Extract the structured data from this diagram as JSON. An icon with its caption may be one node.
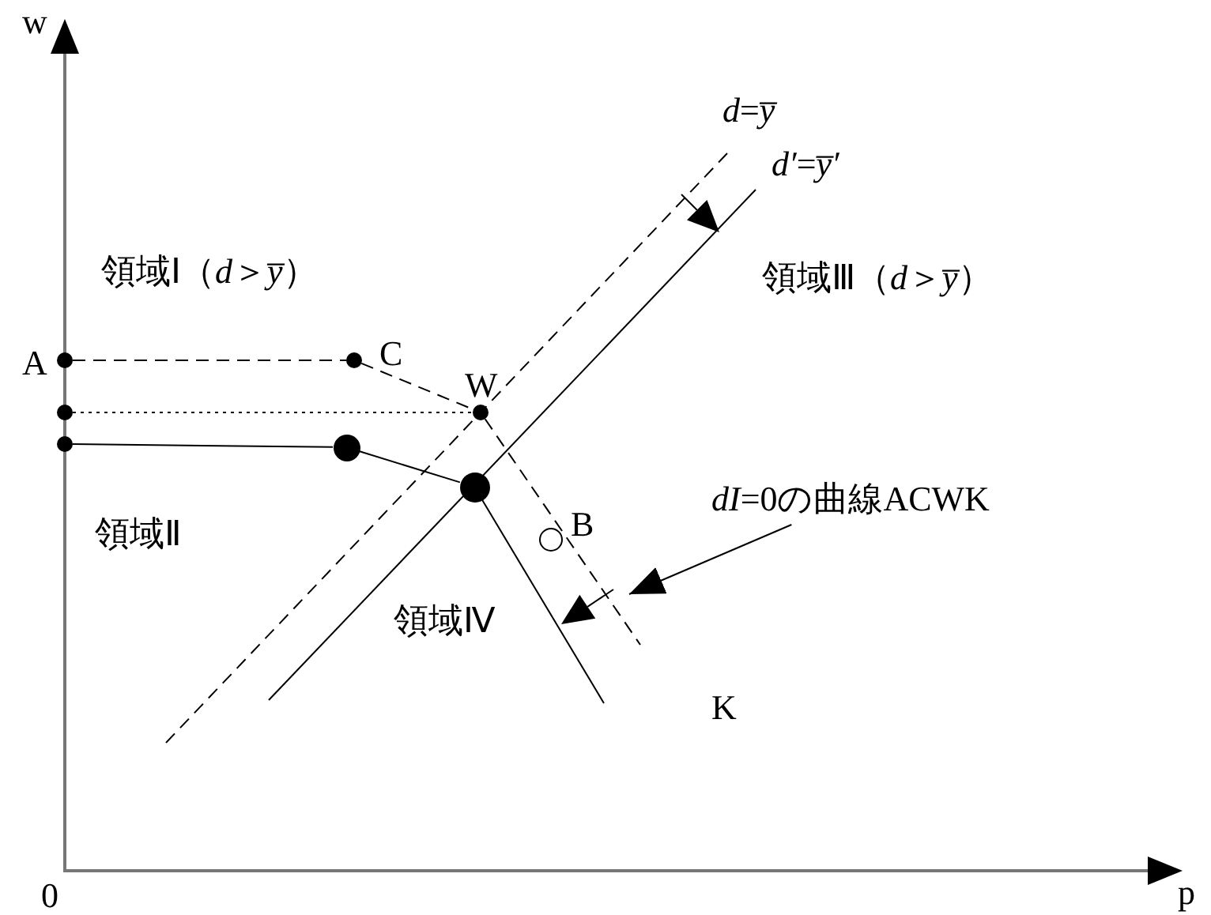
{
  "diagram": {
    "nodes": [
      {
        "text": [],
        "shape": "circle"
      },
      {
        "text": [],
        "shape": "circle"
      },
      {
        "text": [],
        "shape": "circle"
      },
      {
        "text": [],
        "shape": "circle"
      },
      {
        "text": [],
        "shape": "circle"
      },
      {
        "text": [],
        "shape": "circle"
      },
      {
        "text": [],
        "shape": "circle"
      },
      {
        "text": [],
        "shape": "circle"
      },
      {
        "text": [
          "*dI*=0の曲線ACWK"
        ]
      }
    ],
    "edges": [
      {
        "from": 0,
        "to": 3,
        "arrow": "none",
        "style": "dashed"
      },
      {
        "from": 3,
        "to": 4,
        "arrow": "none",
        "style": "dashed"
      },
      {
        "from": 4,
        "to": null,
        "arrow": "none",
        "style": "dashed"
      },
      {
        "from": 1,
        "to": 4,
        "arrow": "none",
        "style": "dashed"
      },
      {
        "from": 2,
        "to": 5,
        "arrow": "none"
      },
      {
        "from": 5,
        "to": 6,
        "arrow": "none"
      },
      {
        "from": 6,
        "to": null,
        "arrow": "none"
      },
      {
        "from": 8,
        "to": null,
        "arrow": "to"
      }
    ],
    "labels": [
      "w",
      "*d*=*y̅*",
      "*d′*=*y̅′*",
      "領域Ⅰ（*d*＞*y̅*）",
      "領域Ⅲ（*d*＞*y̅*）",
      "A",
      "C",
      "W",
      "領域Ⅱ",
      "B",
      "領域Ⅳ",
      "K",
      "0",
      "p"
    ]
  }
}
